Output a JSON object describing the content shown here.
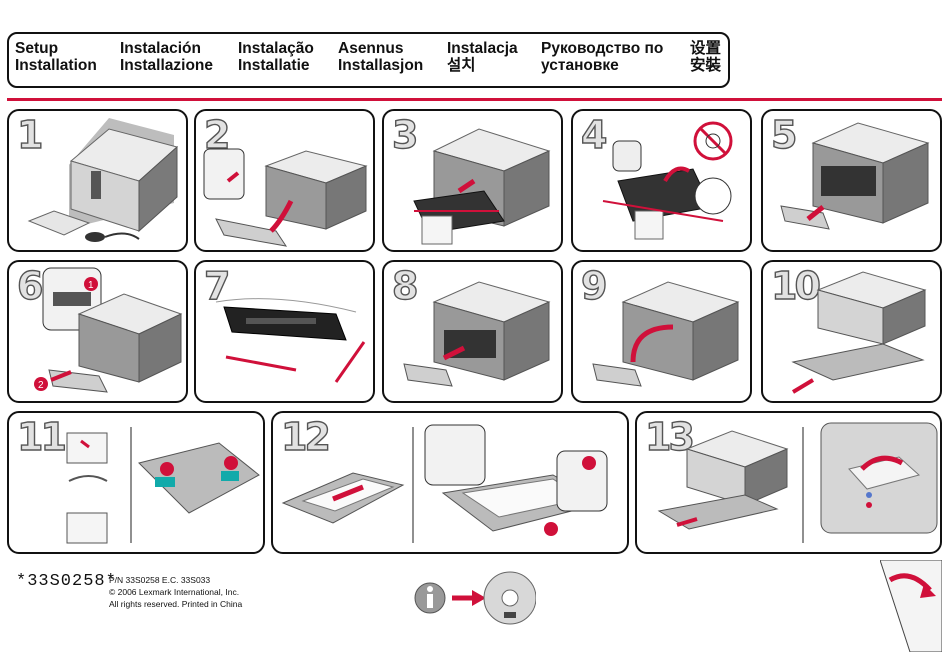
{
  "header": {
    "languages": [
      {
        "line1": "Setup",
        "line2": "Installation"
      },
      {
        "line1": "Instalación",
        "line2": "Installazione"
      },
      {
        "line1": "Instalação",
        "line2": "Installatie"
      },
      {
        "line1": "Asennus",
        "line2": "Installasjon"
      },
      {
        "line1": "Instalacja",
        "line2": "설치"
      },
      {
        "line1": "Руководство по",
        "line2": "установке"
      },
      {
        "line1": "设置",
        "line2": "安裝"
      }
    ]
  },
  "steps": [
    "1",
    "2",
    "3",
    "4",
    "5",
    "6",
    "7",
    "8",
    "9",
    "10",
    "11",
    "12",
    "13"
  ],
  "callouts": {
    "one": "1",
    "two": "2"
  },
  "footer": {
    "barcode": "*33S0258*",
    "part_number": "P/N  33S0258     E.C.  33S033",
    "copyright": "© 2006 Lexmark International, Inc.",
    "rights": "All rights reserved. Printed in China"
  },
  "colors": {
    "accent": "#d0103a",
    "outline": "#111111",
    "printer_gray": "#8a8a8a"
  }
}
